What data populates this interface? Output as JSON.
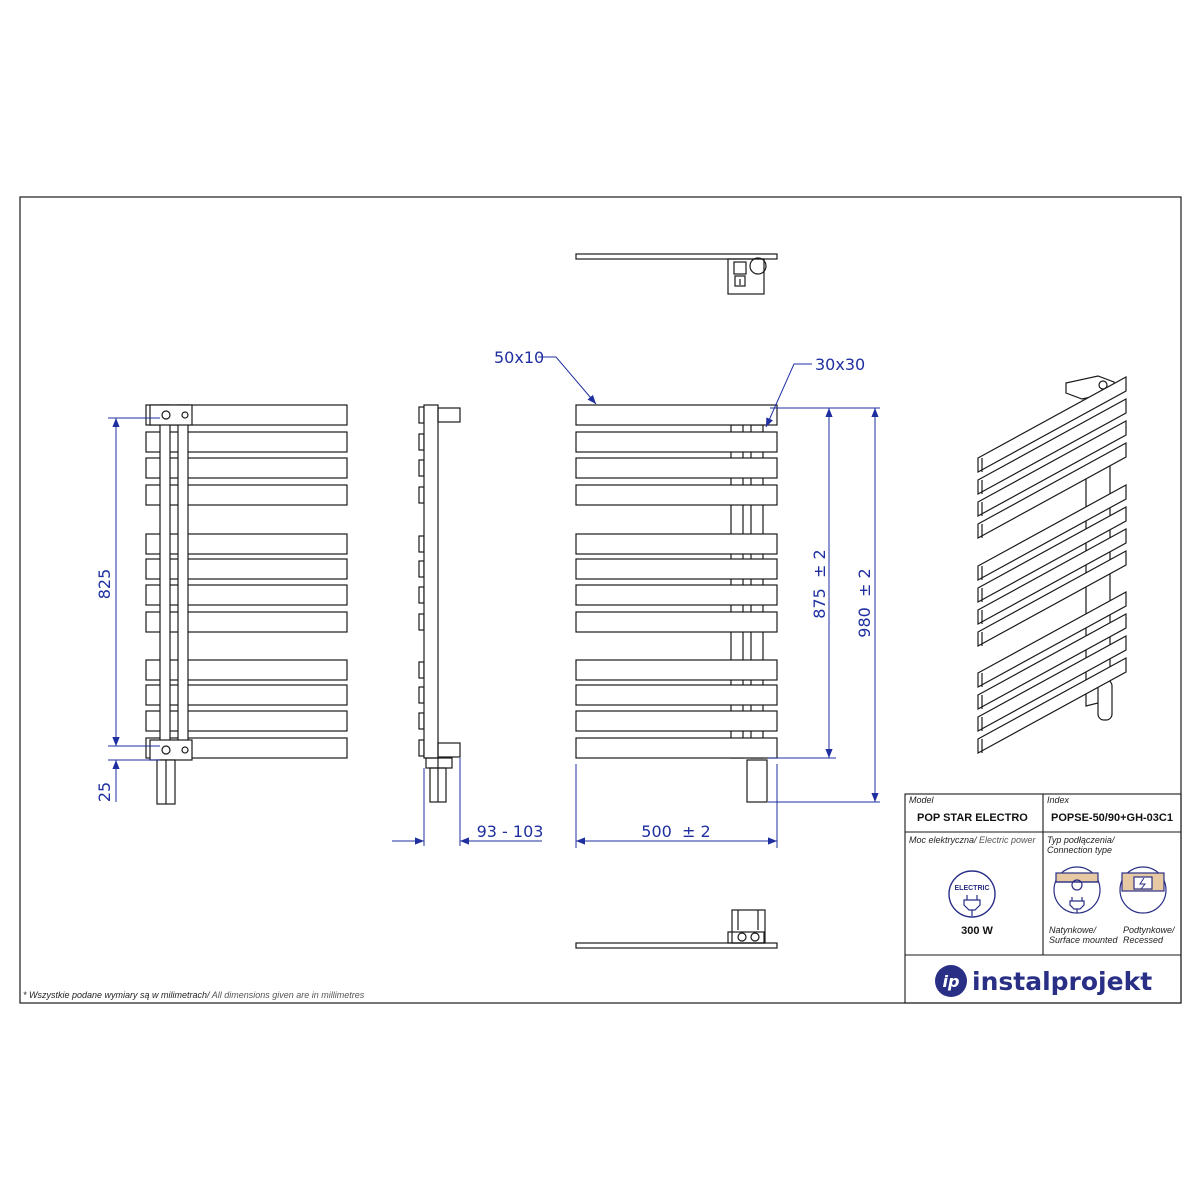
{
  "dimensions": {
    "bar_profile": "50x10",
    "collector_profile": "30x30",
    "side_spacing": "825",
    "side_bottom": "25",
    "depth": "93 - 103",
    "width": "500  ± 2",
    "axis_spacing": "875  ± 2",
    "height": "980  ± 2"
  },
  "title_block": {
    "model_label": "Model",
    "model_value": "POP STAR ELECTRO",
    "index_label": "Index",
    "index_value": "POPSE-50/90+GH-03C1",
    "power_label": "Moc elektryczna/",
    "power_label_en": " Electric power",
    "power_badge": "ELECTRIC",
    "power_value": "300 W",
    "connection_label": "Typ podłączenia/",
    "connection_label_en": "Connection type",
    "surface_label": "Natynkowe/",
    "surface_label_en": "Surface mounted",
    "recessed_label": "Podtynkowe/",
    "recessed_label_en": "Recessed",
    "brand": "instalprojekt",
    "brand_logo_text": "ip"
  },
  "note": {
    "pl": "* Wszystkie podane wymiary są w milimetrach/",
    "en": " All dimensions given are in millimetres"
  },
  "colors": {
    "line": "#1a1a1a",
    "dimension": "#1f2fa0",
    "brand": "#2a2f86"
  }
}
